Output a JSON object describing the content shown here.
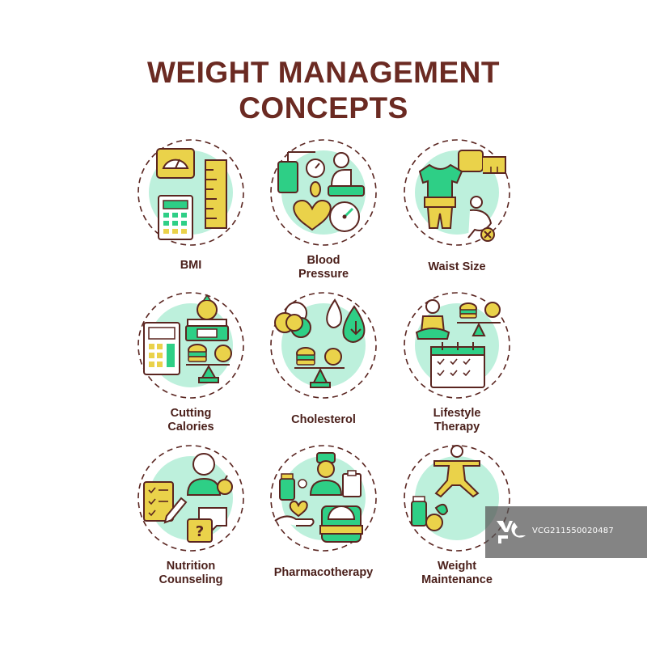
{
  "title": {
    "line1": "WEIGHT MANAGEMENT",
    "line2": "CONCEPTS"
  },
  "colors": {
    "title": "#6b2a22",
    "outline": "#5a2520",
    "mint": "#bdf0dc",
    "green": "#2ecf86",
    "yellow": "#ead24a"
  },
  "concepts": [
    {
      "id": "bmi",
      "label_lines": [
        "BMI"
      ],
      "icon": "scale-ruler-calculator-icon"
    },
    {
      "id": "blood-pressure",
      "label_lines": [
        "Blood",
        "Pressure"
      ],
      "icon": "blood-pressure-monitor-icon"
    },
    {
      "id": "waist-size",
      "label_lines": [
        "Waist Size"
      ],
      "icon": "waist-tape-measure-icon"
    },
    {
      "id": "cutting-calories",
      "label_lines": [
        "Cutting",
        "Calories"
      ],
      "icon": "kcal-calculator-scale-icon"
    },
    {
      "id": "cholesterol",
      "label_lines": [
        "Cholesterol"
      ],
      "icon": "cholesterol-drop-icon"
    },
    {
      "id": "lifestyle-therapy",
      "label_lines": [
        "Lifestyle",
        "Therapy"
      ],
      "icon": "meditation-calendar-icon"
    },
    {
      "id": "nutrition-counseling",
      "label_lines": [
        "Nutrition",
        "Counseling"
      ],
      "icon": "nutritionist-checklist-icon"
    },
    {
      "id": "pharmacotherapy",
      "label_lines": [
        "Pharmacotherapy"
      ],
      "icon": "doctor-pills-icon"
    },
    {
      "id": "weight-maintenance",
      "label_lines": [
        "Weight",
        "Maintenance"
      ],
      "icon": "yoga-pose-icon"
    }
  ],
  "watermark": {
    "text": "VCG211550020487",
    "logo": "vcg-logo-icon"
  }
}
